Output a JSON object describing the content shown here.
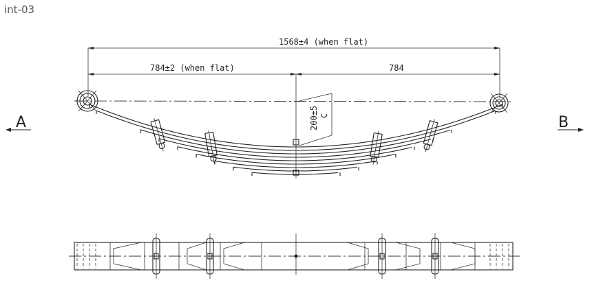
{
  "caption": "int-03",
  "drawing": {
    "overall_length": "1568±4 (when flat)",
    "half_length_left": "784±2 (when flat)",
    "half_length_right": "784",
    "camber": "200±5",
    "camber_ref": "C",
    "view_left": "A",
    "view_right": "B"
  }
}
